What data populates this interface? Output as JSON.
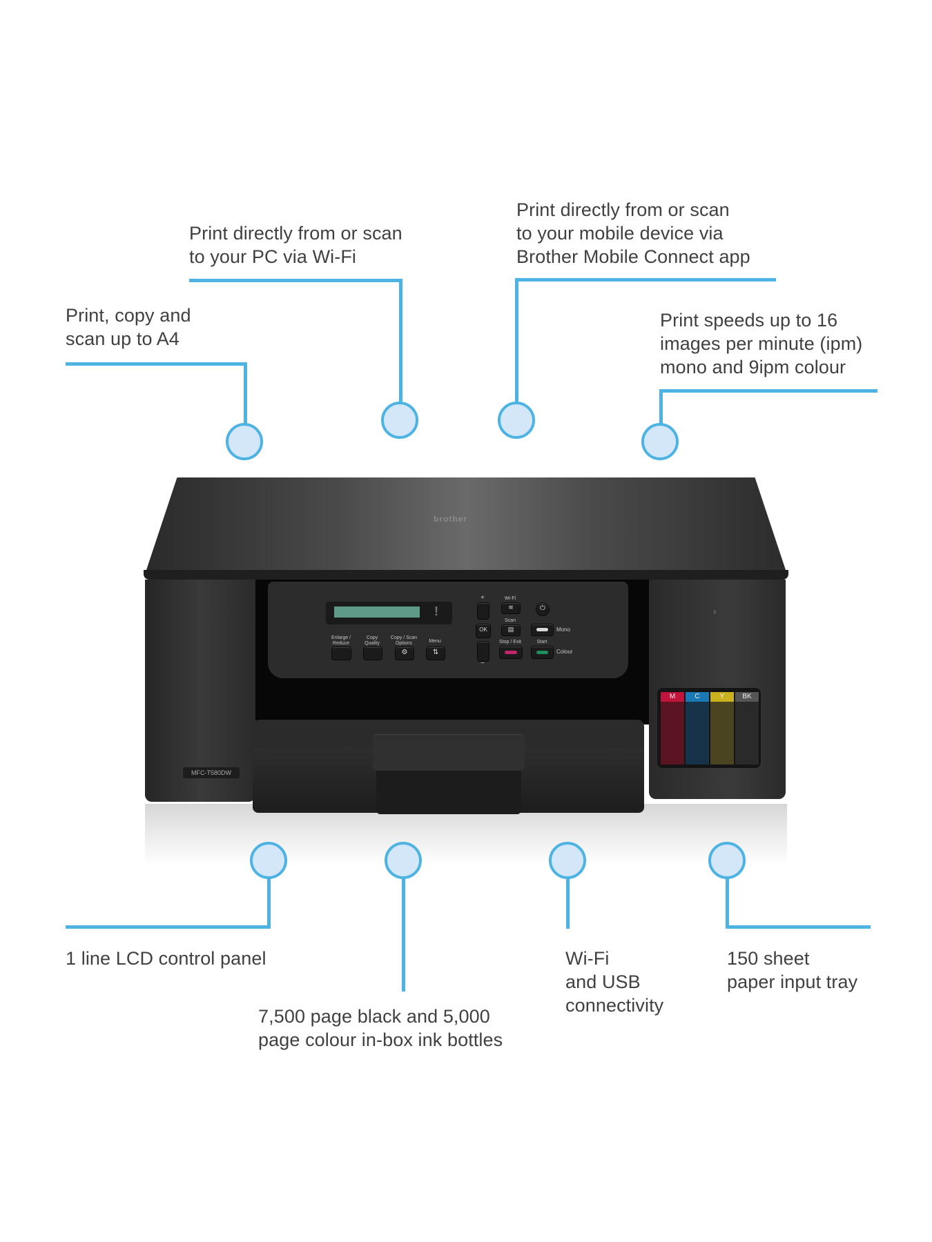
{
  "colors": {
    "accent_line": "#4db3e2",
    "dot_fill": "#d3e7f8",
    "text": "#404040"
  },
  "callouts_top": [
    {
      "lines": [
        "Print, copy and",
        "scan up to A4"
      ]
    },
    {
      "lines": [
        "Print directly from or scan",
        "to your PC via Wi-Fi"
      ]
    },
    {
      "lines": [
        "Print directly from or scan",
        "to your mobile device via",
        "Brother Mobile Connect app"
      ]
    },
    {
      "lines": [
        "Print speeds up to 16",
        "images per minute (ipm)",
        "mono and 9ipm colour"
      ]
    }
  ],
  "callouts_bottom": [
    {
      "lines": [
        "1 line LCD control panel"
      ]
    },
    {
      "lines": [
        "7,500 page black and 5,000",
        "page colour in-box ink bottles"
      ]
    },
    {
      "lines": [
        "Wi-Fi",
        "and USB",
        "connectivity"
      ]
    },
    {
      "lines": [
        "150 sheet",
        "paper input tray"
      ]
    }
  ],
  "printer": {
    "brand": "brother",
    "model": "MFC-T580DW",
    "lcd_warning": "!",
    "panel": {
      "enlarge_reduce": "Enlarge / Reduce",
      "copy_quality": "Copy Quality",
      "copy_scan_options": "Copy / Scan Options",
      "menu": "Menu",
      "plus": "+",
      "minus": "−",
      "ok": "OK",
      "wifi": "Wi-Fi",
      "scan": "Scan",
      "stop_exit": "Stop / Exit",
      "start": "Start",
      "mono": "Mono",
      "colour": "Colour"
    },
    "ink_tanks": [
      {
        "label": "M",
        "color": "#5a1422",
        "cap": "#c0143c"
      },
      {
        "label": "C",
        "color": "#16334a",
        "cap": "#1a78b4"
      },
      {
        "label": "Y",
        "color": "#4a4520",
        "cap": "#c9b21e"
      },
      {
        "label": "BK",
        "color": "#2a2a2a",
        "cap": "#555555"
      }
    ]
  }
}
